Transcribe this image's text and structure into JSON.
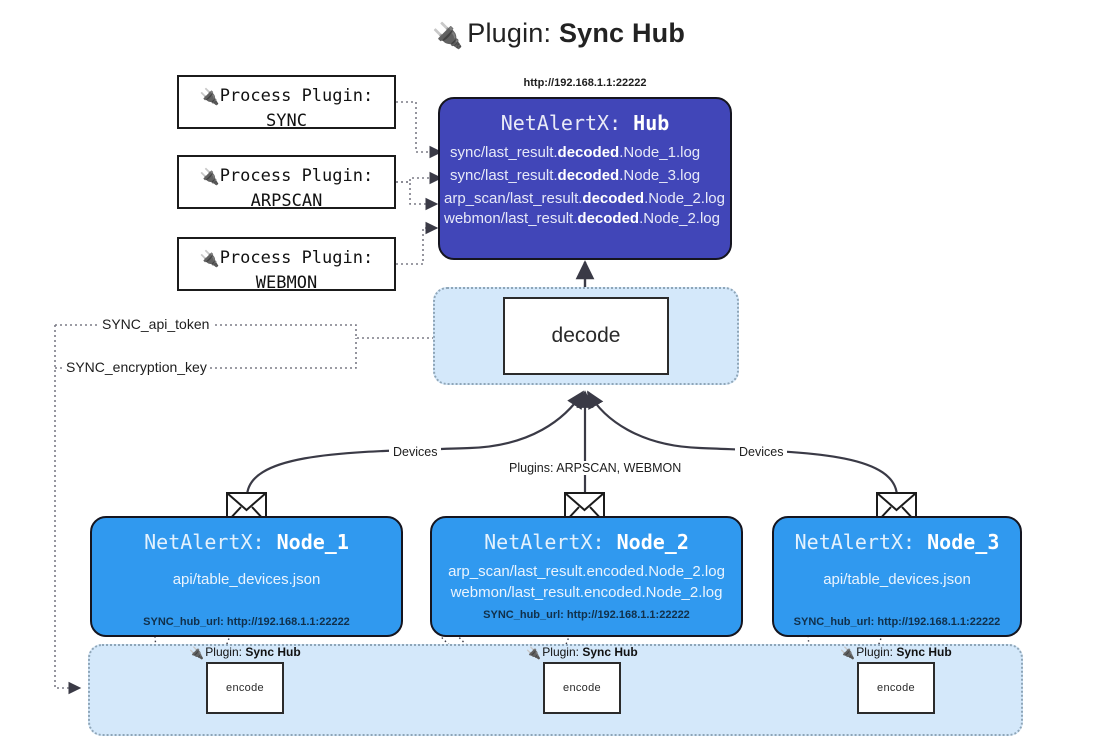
{
  "title": {
    "icon": "plug-icon",
    "prefix": "Plugin:",
    "name": "Sync Hub"
  },
  "colors": {
    "hub": "#4146b8",
    "node": "#3099ef",
    "container": "#d4e8fa",
    "stroke": "#15151f",
    "background": "#ffffff"
  },
  "process_plugins": [
    {
      "line1": "Process Plugin:",
      "line2": "SYNC",
      "icon": "plug-icon"
    },
    {
      "line1": "Process Plugin:",
      "line2": "ARPSCAN",
      "icon": "plug-icon"
    },
    {
      "line1": "Process Plugin:",
      "line2": "WEBMON",
      "icon": "plug-icon"
    }
  ],
  "hub": {
    "url": "http://192.168.1.1:22222",
    "title_prefix": "NetAlertX:",
    "title_name": "Hub",
    "logs": [
      {
        "pre": "sync/last_result.",
        "mid": "decoded",
        "post": ".Node_1.log"
      },
      {
        "pre": "sync/last_result.",
        "mid": "decoded",
        "post": ".Node_3.log"
      },
      {
        "pre": "arp_scan/last_result.",
        "mid": "decoded",
        "post": ".Node_2.log"
      },
      {
        "pre": "webmon/last_result.",
        "mid": "decoded",
        "post": ".Node_2.log"
      }
    ]
  },
  "decode": {
    "label": "decode"
  },
  "secrets": [
    {
      "label": "SYNC_api_token"
    },
    {
      "label": "SYNC_encryption_key"
    }
  ],
  "edge_labels": {
    "devices_left": "Devices",
    "devices_right": "Devices",
    "plugins_center": "Plugins: ARPSCAN, WEBMON"
  },
  "nodes": [
    {
      "title_prefix": "NetAlertX:",
      "title_name": "Node_1",
      "lines": [
        "api/table_devices.json"
      ],
      "footer": "SYNC_hub_url: http://192.168.1.1:22222",
      "icon": "envelope-icon"
    },
    {
      "title_prefix": "NetAlertX:",
      "title_name": "Node_2",
      "lines": [
        "arp_scan/last_result.encoded.Node_2.log",
        "webmon/last_result.encoded.Node_2.log"
      ],
      "footer": "SYNC_hub_url: http://192.168.1.1:22222",
      "icon": "envelope-icon"
    },
    {
      "title_prefix": "NetAlertX:",
      "title_name": "Node_3",
      "lines": [
        "api/table_devices.json"
      ],
      "footer": "SYNC_hub_url: http://192.168.1.1:22222",
      "icon": "envelope-icon"
    }
  ],
  "encoders": [
    {
      "plugin_prefix": "Plugin:",
      "plugin_name": "Sync Hub",
      "label": "encode",
      "icon": "plug-icon"
    },
    {
      "plugin_prefix": "Plugin:",
      "plugin_name": "Sync Hub",
      "label": "encode",
      "icon": "plug-icon"
    },
    {
      "plugin_prefix": "Plugin:",
      "plugin_name": "Sync Hub",
      "label": "encode",
      "icon": "plug-icon"
    }
  ]
}
